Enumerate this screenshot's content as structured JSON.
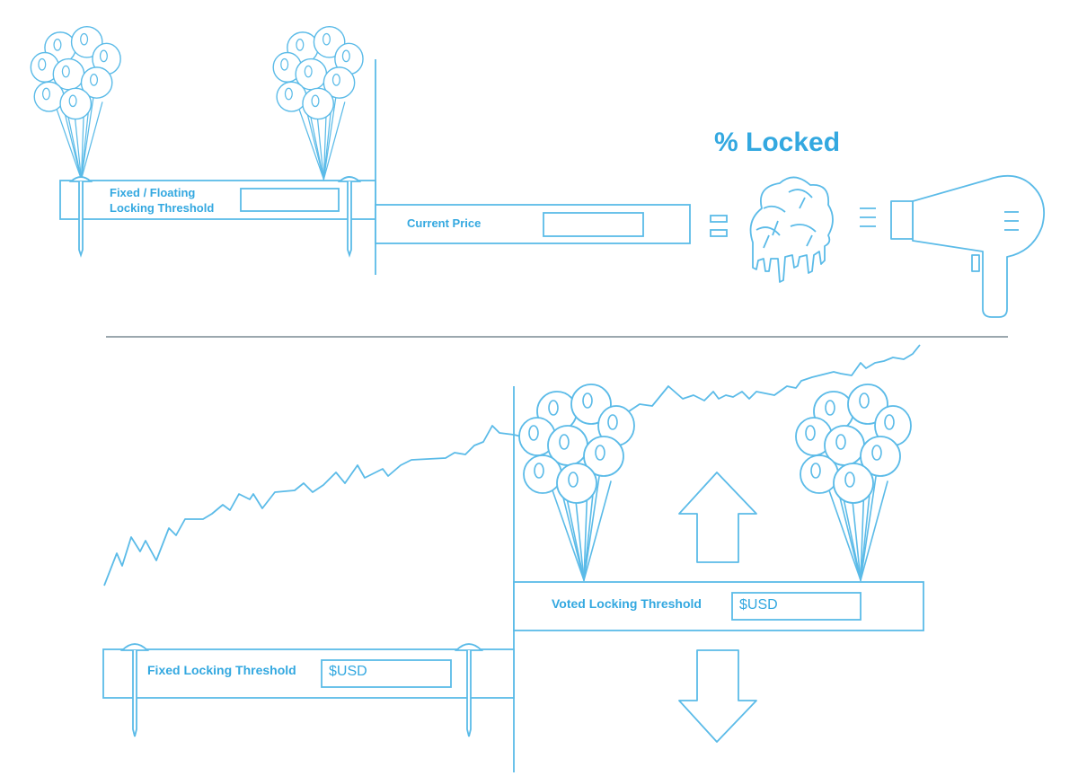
{
  "colors": {
    "accent": "#33a8e0",
    "line": "#5bbbe8",
    "divider": "#7a8a94"
  },
  "top": {
    "fixed_floating_line1": "Fixed / Floating",
    "fixed_floating_line2": "Locking Threshold",
    "current_price": "Current Price",
    "percent_locked": "% Locked"
  },
  "bottom": {
    "voted_threshold": "Voted Locking Threshold",
    "voted_value": "$USD",
    "fixed_threshold": "Fixed Locking Threshold",
    "fixed_value": "$USD"
  },
  "icons": [
    "balloon-bunch-icon",
    "nail-icon",
    "melting-ice-cream-icon",
    "hair-dryer-icon",
    "up-arrow-icon",
    "down-arrow-icon",
    "price-line-icon"
  ]
}
